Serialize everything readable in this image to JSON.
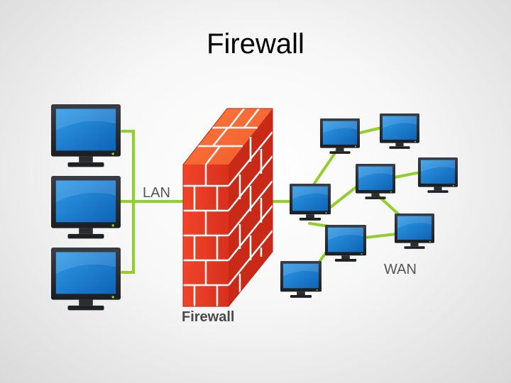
{
  "slide": {
    "title": "Firewall"
  },
  "diagram": {
    "lan_label": "LAN",
    "wan_label": "WAN",
    "firewall_label": "Firewall"
  },
  "colors": {
    "link": "#93cf2a",
    "screen": "#1f84d6",
    "monitor_frame": "#2a2d31",
    "brick": "#f2442c",
    "mortar": "#ffffff",
    "label": "#555555"
  },
  "icons": [
    "desktop-monitor-icon",
    "brick-firewall-icon"
  ]
}
